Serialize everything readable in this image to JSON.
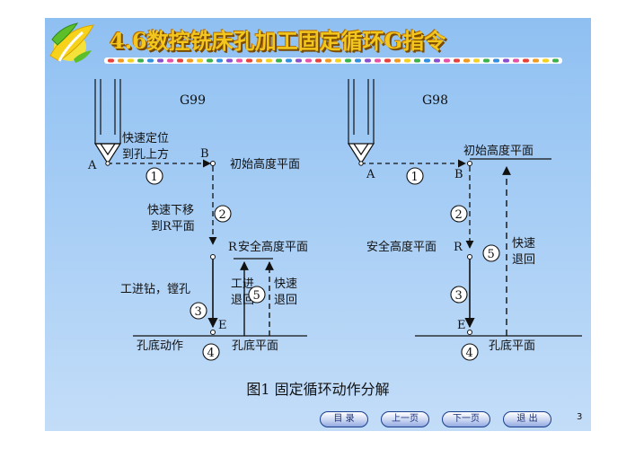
{
  "title": "4.6数控铣床孔加工固定循环G指令",
  "colors": {
    "title": "#f2c61c",
    "background": "#9fc8f3",
    "lines": "#111111"
  },
  "diagram_left": {
    "code": "G99",
    "point_a": "A",
    "point_b": "B",
    "point_r": "R",
    "point_e": "E",
    "label_rapid_position": "快速定位",
    "label_above_hole": "到孔上方",
    "label_initial_plane": "初始高度平面",
    "label_rapid_down": "快速下移",
    "label_to_r_plane": "到R平面",
    "label_safe_plane": "安全高度平面",
    "label_feed_drill": "工进钻，镗孔",
    "label_feed": "工进",
    "label_retract": "退回",
    "label_rapid": "快速",
    "label_rapid_retract": "退回",
    "label_bottom_action": "孔底动作",
    "label_bottom_plane": "孔底平面",
    "steps": [
      "1",
      "2",
      "3",
      "4",
      "5"
    ]
  },
  "diagram_right": {
    "code": "G98",
    "point_a": "A",
    "point_b": "B",
    "point_r": "R",
    "point_e": "E",
    "label_initial_plane": "初始高度平面",
    "label_safe_plane": "安全高度平面",
    "label_rapid": "快速",
    "label_retract": "退回",
    "label_bottom_plane": "孔底平面",
    "steps": [
      "1",
      "2",
      "3",
      "4",
      "5"
    ]
  },
  "caption": "图1  固定循环动作分解",
  "nav": {
    "toc": "目  录",
    "prev": "上一页",
    "next": "下一页",
    "exit": "退  出"
  },
  "page_number": "3"
}
